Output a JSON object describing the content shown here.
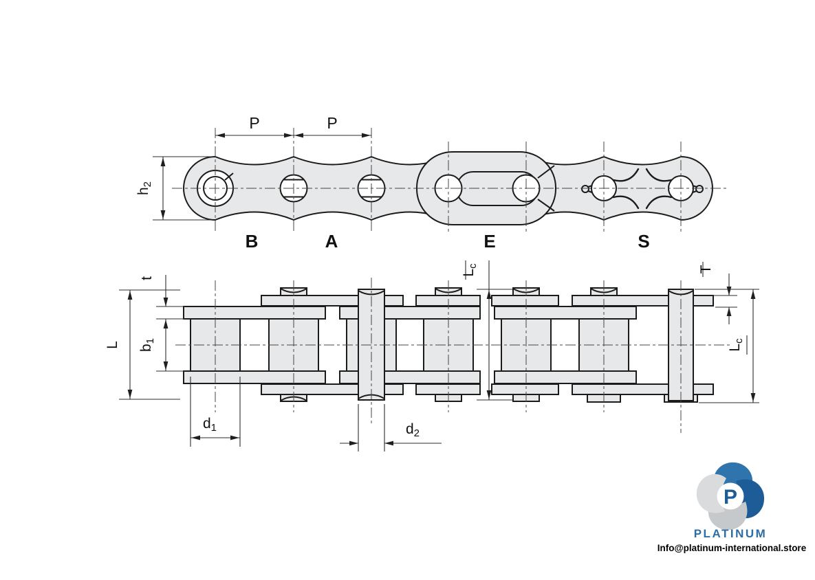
{
  "colors": {
    "part_fill": "#e7e8e9",
    "line": "#1b1b1b",
    "dimension_line": "#2b2b2b",
    "logo_blue": "#2f74ad",
    "logo_navy": "#1d5c96",
    "logo_gray": "#c6c9cb",
    "logo_light_gray": "#dadbdc",
    "brand_text": "#2e6ca5"
  },
  "top_view": {
    "pitch_labels": [
      "P",
      "P"
    ],
    "height_label": {
      "base": "h",
      "sub": "2"
    },
    "link_type_labels": [
      "B",
      "A",
      "E",
      "S"
    ]
  },
  "bottom_view": {
    "inner_plate_thickness": "t",
    "overall_width": "L",
    "inner_width": {
      "base": "b",
      "sub": "1"
    },
    "roller_diameter": {
      "base": "d",
      "sub": "1"
    },
    "pin_diameter": {
      "base": "d",
      "sub": "2"
    },
    "connecting_length_mid": {
      "base": "L",
      "sub": "c"
    },
    "outer_plate_thickness": "T",
    "connecting_length_right": {
      "base": "L",
      "sub": "c"
    }
  },
  "logo": {
    "monogram": "P",
    "brand": "PLATINUM",
    "email": "Info@platinum-international.store"
  }
}
